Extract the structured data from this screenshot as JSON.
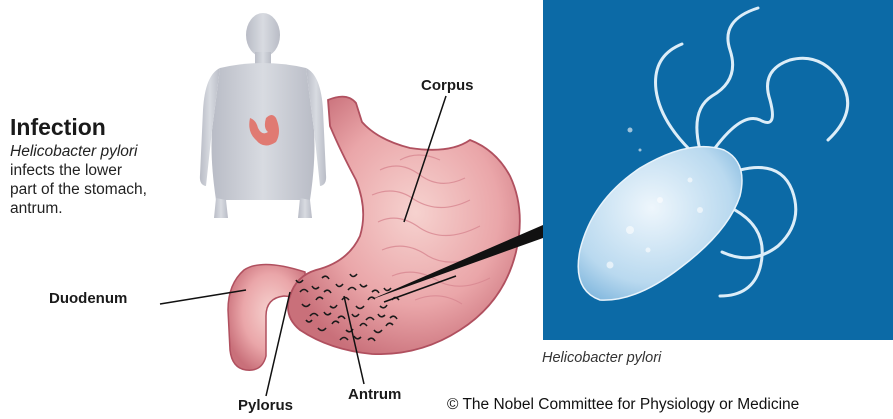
{
  "infection": {
    "title": "Infection",
    "lines": [
      "Helicobacter pylori",
      "infects the lower",
      "part of the stomach,",
      "antrum."
    ]
  },
  "labels": {
    "corpus": "Corpus",
    "duodenum": "Duodenum",
    "pylorus": "Pylorus",
    "antrum": "Antrum"
  },
  "micrograph": {
    "caption": "Helicobacter pylori",
    "background": "#0c6aa6"
  },
  "credit": "© The Nobel Committee for Physiology or Medicine",
  "colors": {
    "stomach": "#e8a3a8",
    "stomach_dark": "#c96c78",
    "body_silhouette": "#c9ccd4",
    "bacteria_blue": "#0c6aa6"
  }
}
